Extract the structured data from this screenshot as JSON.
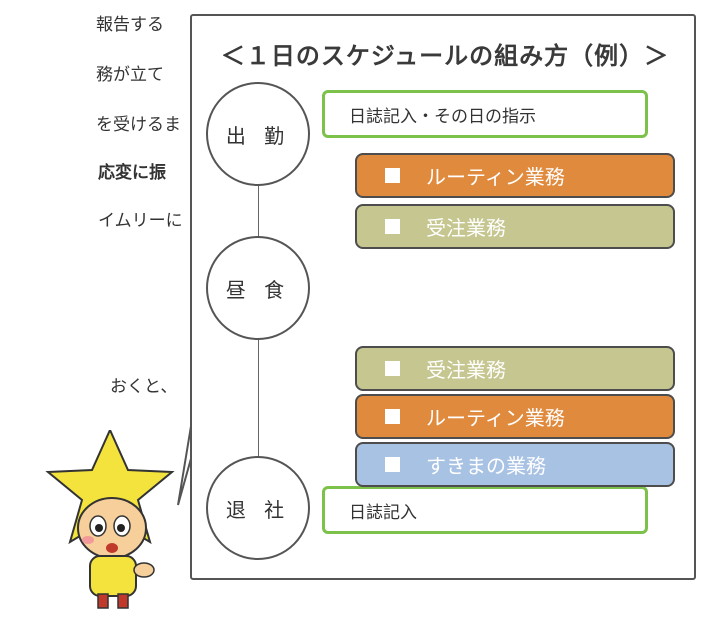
{
  "background_text": [
    "報告する",
    "務が立て",
    "を受けるま",
    "応変に振",
    "イムリーに",
    "おくと、"
  ],
  "title": "＜１日のスケジュールの組み方（例）＞",
  "milestones": [
    "出 勤",
    "昼 食",
    "退 社"
  ],
  "notes": {
    "morning": "日誌記入・その日の指示",
    "evening": "日誌記入"
  },
  "tasks": [
    {
      "label": "ルーティン業務",
      "color": "#e08a3e"
    },
    {
      "label": "受注業務",
      "color": "#c6c690"
    },
    {
      "label": "受注業務",
      "color": "#c6c690"
    },
    {
      "label": "ルーティン業務",
      "color": "#e08a3e"
    },
    {
      "label": "すきまの業務",
      "color": "#a8c2e4"
    }
  ],
  "colors": {
    "note_border": "#7cc24a",
    "panel_border": "#555555",
    "mascot": "#f3e33c"
  }
}
